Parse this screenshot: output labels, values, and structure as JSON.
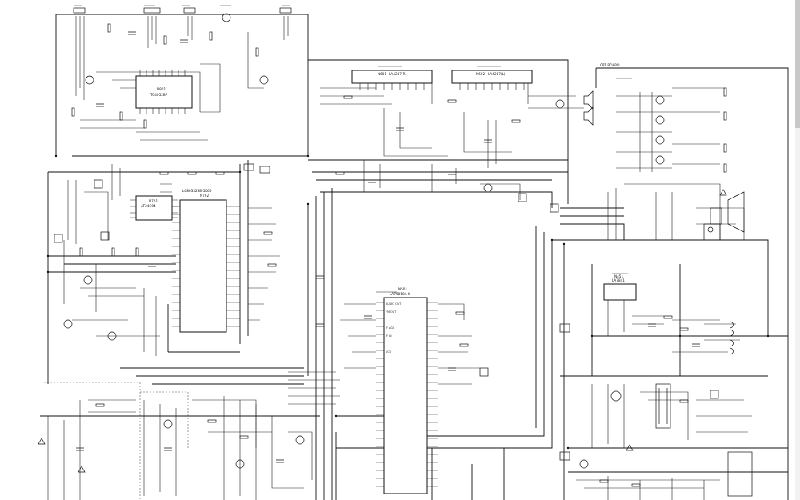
{
  "diagram": {
    "ics": [
      {
        "id": "ic-n801",
        "ref": "N801",
        "part": "TC4052BP",
        "pins_per_side": 8
      },
      {
        "id": "ic-n701",
        "ref": "N701",
        "part": "AT24C04",
        "pins_per_side": 4
      },
      {
        "id": "ic-n702",
        "ref": "N702",
        "part": "LC863328B-5K60",
        "pins_per_side": 20
      },
      {
        "id": "ic-n501",
        "ref": "N501",
        "part": "LA76810A-K",
        "pins_per_side": 27
      },
      {
        "id": "ic-n601",
        "ref": "N601",
        "part": "LA4287(R)",
        "pins_per_side": 0
      },
      {
        "id": "ic-n602",
        "ref": "N602",
        "part": "LA4287(L)",
        "pins_per_side": 0
      },
      {
        "id": "ic-n451",
        "ref": "N451",
        "part": "LA7841",
        "pins_per_side": 0
      }
    ],
    "ic_n702_left_pins": [
      "",
      "",
      "",
      "",
      "",
      "",
      "",
      "",
      "",
      "",
      "",
      "",
      "",
      "",
      "",
      "",
      "",
      "",
      "",
      ""
    ],
    "ic_n702_right_pins": [
      "",
      "",
      "",
      "",
      "",
      "",
      "",
      "",
      "",
      "",
      "",
      "",
      "",
      "",
      "",
      "",
      "",
      "",
      "",
      ""
    ],
    "ic_n501_left_pins": [
      "AUDIO OUT",
      "FM OUT",
      "",
      "IF AGC",
      "IF IN",
      "",
      "VCO",
      "",
      "",
      "",
      "",
      "",
      "",
      "",
      "",
      "",
      "",
      "",
      "",
      "",
      "",
      "",
      "",
      "",
      "",
      "",
      ""
    ],
    "ic_n501_right_pins": [
      "",
      "",
      "",
      "",
      "",
      "",
      "",
      "",
      "",
      "",
      "",
      "",
      "",
      "",
      "",
      "",
      "",
      "",
      "",
      "",
      "",
      "",
      "",
      "",
      "",
      "",
      ""
    ],
    "label_crt_board": "CRT BOARD",
    "note_box": ""
  }
}
